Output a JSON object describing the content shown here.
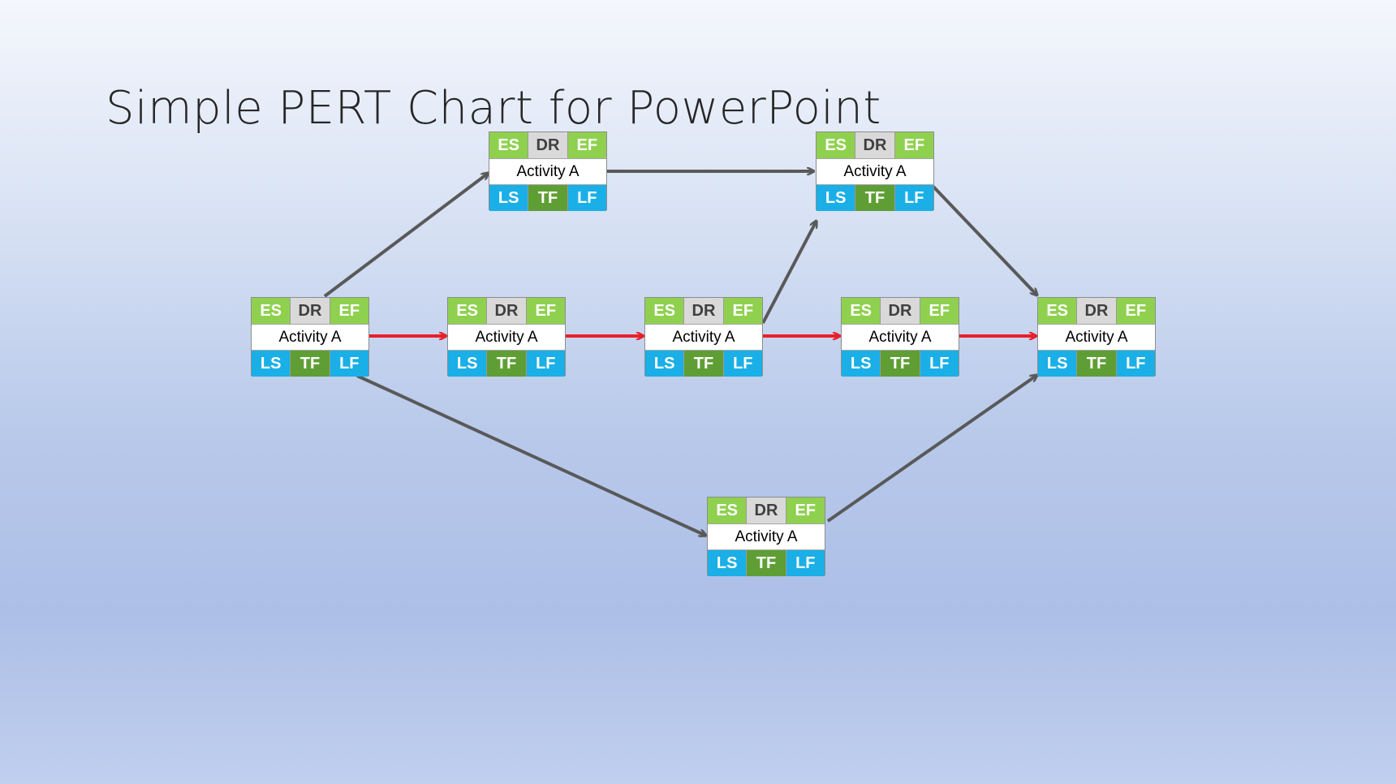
{
  "title": "Simple PERT Chart for PowerPoint",
  "colors": {
    "early_cell": "#8fd14f",
    "duration_cell": "#d9d9d9",
    "late_cell": "#1aafe6",
    "float_cell": "#5f9e35",
    "normal_arrow": "#595959",
    "critical_arrow": "#e8202a"
  },
  "nodes": [
    {
      "id": "n1",
      "top": [
        "ES",
        "DR",
        "EF"
      ],
      "label": "Activity A",
      "bottom": [
        "LS",
        "TF",
        "LF"
      ]
    },
    {
      "id": "n2",
      "top": [
        "ES",
        "DR",
        "EF"
      ],
      "label": "Activity A",
      "bottom": [
        "LS",
        "TF",
        "LF"
      ]
    },
    {
      "id": "n3",
      "top": [
        "ES",
        "DR",
        "EF"
      ],
      "label": "Activity A",
      "bottom": [
        "LS",
        "TF",
        "LF"
      ]
    },
    {
      "id": "n4",
      "top": [
        "ES",
        "DR",
        "EF"
      ],
      "label": "Activity A",
      "bottom": [
        "LS",
        "TF",
        "LF"
      ]
    },
    {
      "id": "n5",
      "top": [
        "ES",
        "DR",
        "EF"
      ],
      "label": "Activity A",
      "bottom": [
        "LS",
        "TF",
        "LF"
      ]
    },
    {
      "id": "n6",
      "top": [
        "ES",
        "DR",
        "EF"
      ],
      "label": "Activity A",
      "bottom": [
        "LS",
        "TF",
        "LF"
      ]
    },
    {
      "id": "n7",
      "top": [
        "ES",
        "DR",
        "EF"
      ],
      "label": "Activity A",
      "bottom": [
        "LS",
        "TF",
        "LF"
      ]
    },
    {
      "id": "n8",
      "top": [
        "ES",
        "DR",
        "EF"
      ],
      "label": "Activity A",
      "bottom": [
        "LS",
        "TF",
        "LF"
      ]
    }
  ],
  "edges": [
    {
      "from": "n1",
      "to": "n6",
      "critical": false
    },
    {
      "from": "n6",
      "to": "n7",
      "critical": false
    },
    {
      "from": "n3",
      "to": "n7",
      "critical": false
    },
    {
      "from": "n7",
      "to": "n5",
      "critical": false
    },
    {
      "from": "n1",
      "to": "n8",
      "critical": false
    },
    {
      "from": "n8",
      "to": "n5",
      "critical": false
    },
    {
      "from": "n1",
      "to": "n2",
      "critical": true
    },
    {
      "from": "n2",
      "to": "n3",
      "critical": true
    },
    {
      "from": "n3",
      "to": "n4",
      "critical": true
    },
    {
      "from": "n4",
      "to": "n5",
      "critical": true
    }
  ]
}
